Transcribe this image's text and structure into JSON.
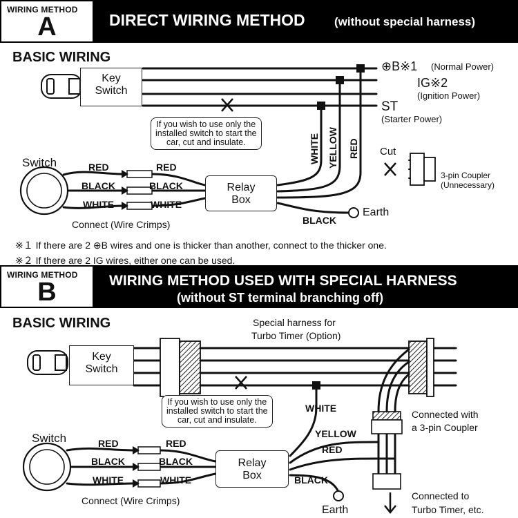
{
  "section_a": {
    "method_label": "WIRING METHOD",
    "letter": "A",
    "title": "DIRECT WIRING METHOD",
    "title_suffix": "(without special harness)",
    "basic_wiring": "BASIC WIRING",
    "key_switch": [
      "Key",
      "Switch"
    ],
    "b_label": "⊕B※1",
    "b_desc": "(Normal Power)",
    "ig_label": "IG※2",
    "ig_desc": "(Ignition Power)",
    "st_label": "ST",
    "st_desc": "(Starter Power)",
    "note": [
      "If you wish to use only the",
      "installed switch to start the",
      "car, cut and insulate."
    ],
    "switch": "Switch",
    "wires_left": [
      "RED",
      "BLACK",
      "WHITE"
    ],
    "wires_right": [
      "RED",
      "BLACK",
      "WHITE"
    ],
    "relay_box": [
      "Relay",
      "Box"
    ],
    "vertical_wires": [
      "WHITE",
      "YELLOW",
      "RED"
    ],
    "black": "BLACK",
    "earth": "Earth",
    "connect": "Connect (Wire Crimps)",
    "cut": "Cut",
    "coupler": [
      "3-pin Coupler",
      "(Unnecessary)"
    ],
    "footnote1": "※１ If there are 2 ⊕B wires and one is thicker than another, connect to the thicker one.",
    "footnote2": "※２ If there are 2 IG wires, either one can be used."
  },
  "section_b": {
    "method_label": "WIRING METHOD",
    "letter": "B",
    "title": "WIRING METHOD USED WITH SPECIAL HARNESS",
    "subtitle": "(without ST terminal branching off)",
    "basic_wiring": "BASIC WIRING",
    "harness": [
      "Special harness for",
      "Turbo Timer (Option)"
    ],
    "key_switch": [
      "Key",
      "Switch"
    ],
    "note": [
      "If you wish to use only the",
      "installed switch to start the",
      "car, cut and insulate."
    ],
    "white": "WHITE",
    "yellow": "YELLOW",
    "red": "RED",
    "black": "BLACK",
    "switch": "Switch",
    "wires_left": [
      "RED",
      "BLACK",
      "WHITE"
    ],
    "wires_right": [
      "RED",
      "BLACK",
      "WHITE"
    ],
    "relay_box": [
      "Relay",
      "Box"
    ],
    "earth": "Earth",
    "connect": "Connect (Wire Crimps)",
    "coupler_conn": [
      "Connected with",
      "a 3-pin Coupler"
    ],
    "turbo_conn": [
      "Connected to",
      "Turbo Timer, etc."
    ]
  }
}
